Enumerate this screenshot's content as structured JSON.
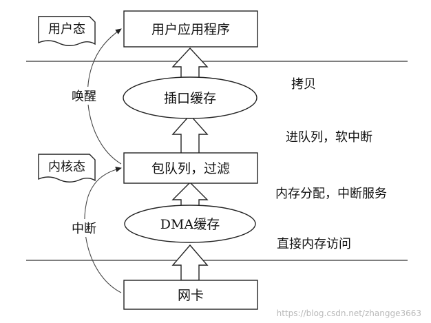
{
  "diagram": {
    "regions": {
      "user_mode": "用户态",
      "kernel_mode": "内核态"
    },
    "nodes": {
      "user_app": "用户应用程序",
      "socket_buffer": "插口缓存",
      "packet_queue": "包队列，过滤",
      "dma_buffer": "DMA缓存",
      "nic": "网卡"
    },
    "side_labels": {
      "wakeup": "唤醒",
      "interrupt": "中断"
    },
    "step_labels": {
      "copy": "拷贝",
      "enqueue_softirq": "进队列，软中断",
      "alloc_isr": "内存分配，中断服务",
      "dma": "直接内存访问"
    },
    "watermark": "https://blog.csdn.net/zhangge3663"
  }
}
